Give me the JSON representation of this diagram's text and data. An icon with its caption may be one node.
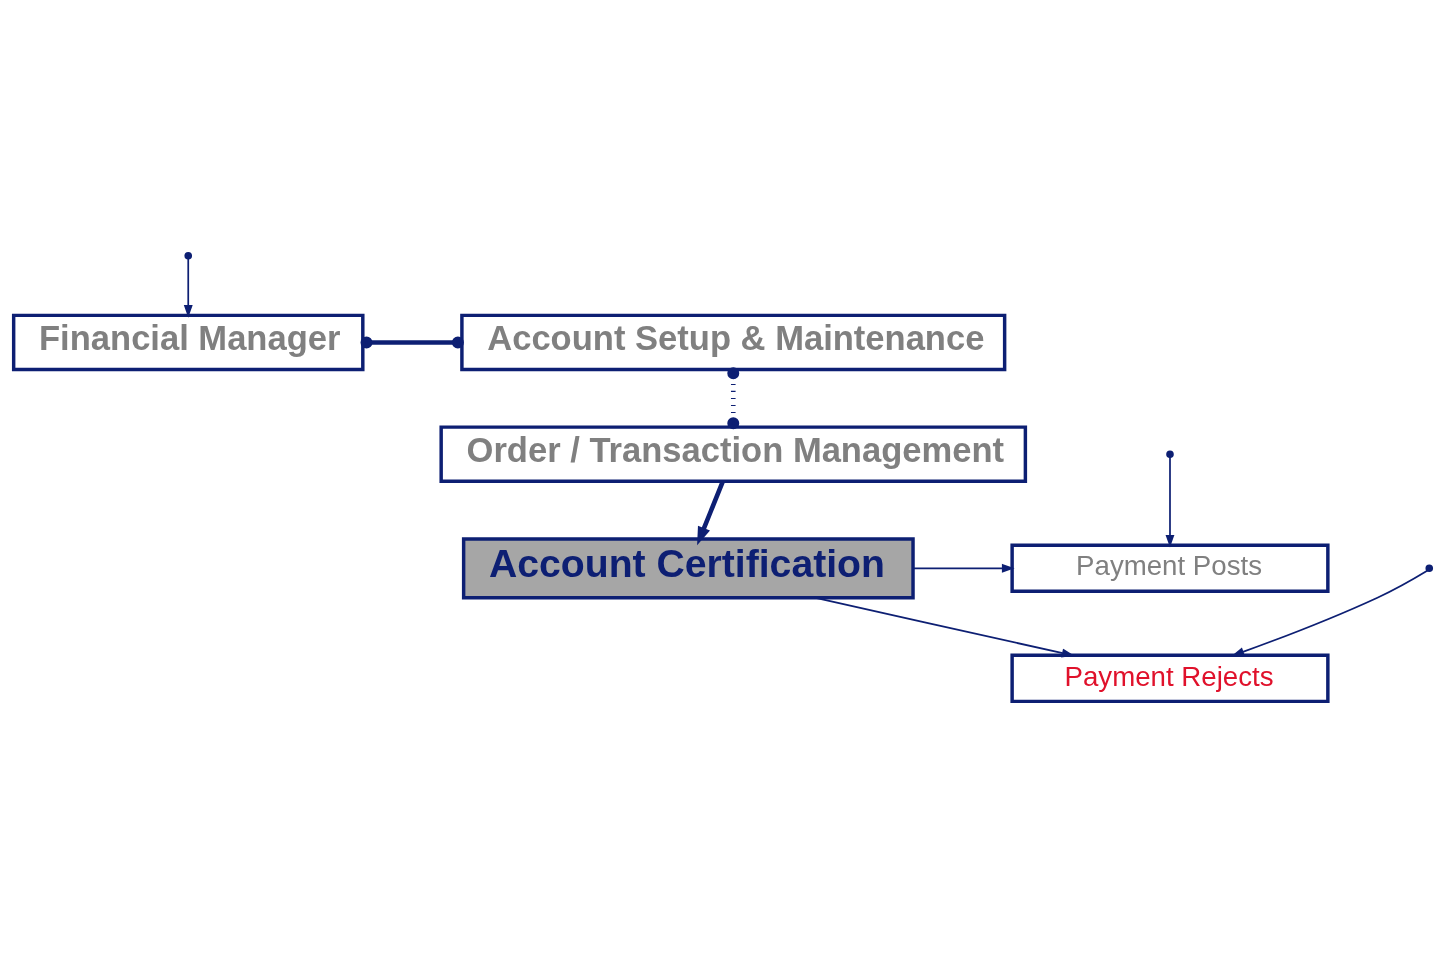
{
  "diagram": {
    "nodes": [
      {
        "text": [
          "Financial Manager"
        ]
      },
      {
        "text": [
          "Account Setup & Maintenance"
        ]
      },
      {
        "text": [
          "Order / Transaction Management"
        ]
      },
      {
        "text": [
          "Payment Posts"
        ]
      },
      {
        "text": [
          "Account Certification"
        ]
      },
      {
        "text": [
          "Payment Rejects"
        ]
      }
    ],
    "edges": [
      {
        "from": 0,
        "to": 1,
        "arrow": "other",
        "style": "thick"
      },
      {
        "from": 1,
        "to": 2,
        "arrow": "other",
        "style": "dashed"
      },
      {
        "from": 2,
        "to": 4,
        "arrow": "to",
        "style": "thick"
      },
      {
        "from": 4,
        "to": 3,
        "arrow": "to"
      },
      {
        "from": 4,
        "to": 5,
        "arrow": "to"
      },
      {
        "from": null,
        "to": 0,
        "arrow": "to"
      },
      {
        "from": null,
        "to": 3,
        "arrow": "to"
      },
      {
        "from": null,
        "to": 5,
        "arrow": "to"
      }
    ]
  }
}
